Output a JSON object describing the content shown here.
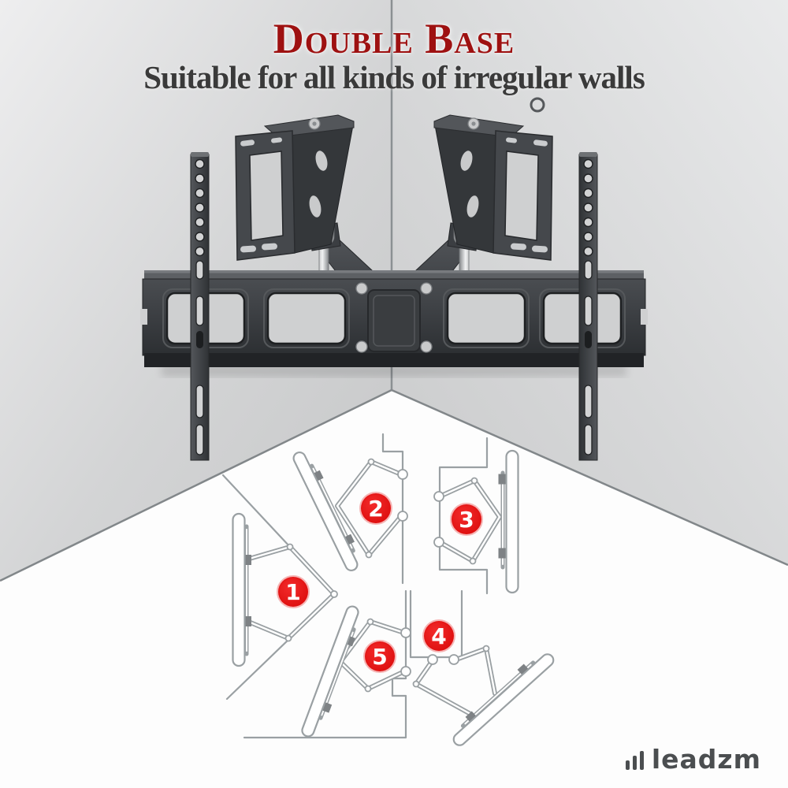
{
  "header": {
    "title": "Double Base",
    "subtitle": "Suitable for all kinds of irregular walls"
  },
  "brand": {
    "logo_text": "leadzm"
  },
  "diagram": {
    "description_numbers_shown": [
      "1",
      "2",
      "3",
      "4",
      "5"
    ],
    "callouts": [
      {
        "number": "1"
      },
      {
        "number": "2"
      },
      {
        "number": "3"
      },
      {
        "number": "4"
      },
      {
        "number": "5"
      }
    ]
  },
  "colors": {
    "callout_red": "#e51212",
    "title_red": "#9e1111",
    "subtitle_gray": "#3a3a3a",
    "wall_gray": "#d5d6d7",
    "mount_dark": "#3a3d41",
    "chrome_silver": "#d9dadb",
    "diagram_line": "#9aa0a3",
    "logo_gray": "#4b4e50"
  }
}
